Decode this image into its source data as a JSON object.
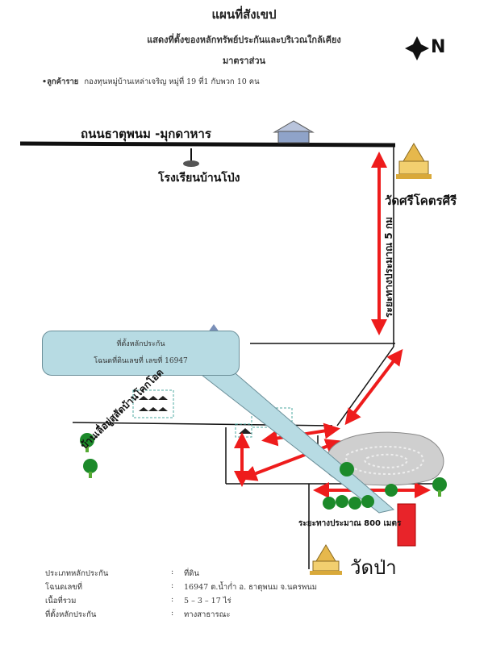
{
  "header": {
    "title": "แผนที่สังเขป",
    "subtitle": "แสดงที่ตั้งของหลักทรัพย์ประกันและบริเวณใกล้เคียง",
    "scale": "มาตราส่วน",
    "line_label": "•ลูกค้าราย",
    "line_value": "กองทุนหมู่บ้านเหล่าเจริญ หมู่ที่ 19 ที่1 กับพวก 10 คน"
  },
  "north": {
    "letter": "N"
  },
  "map": {
    "road_label": "ถนนธาตุพนม -มุกดาหาร",
    "school_label": "โรงเรียนบ้านโป่ง",
    "temple1_label": "วัดศรีโคตรศีรี",
    "distance_5km": "ระยะทางประมาณ 5 กม",
    "distance_800m": "ระยะทางประมาณ 800 เมตร",
    "village_label": "บ้านเลื่อยู่สุสัดบ้านโคกโอด",
    "temple2_label": "วัดป่า",
    "callout": {
      "line1": "ที่ตั้งหลักประกัน",
      "line2": "โฉนดที่ดินเลขที่ เลขที่ 16947"
    }
  },
  "info": {
    "rows": [
      {
        "label": "ประเภทหลักประกัน",
        "colon": ":",
        "value": "ที่ดิน"
      },
      {
        "label": "โฉนดเลขที่",
        "colon": ":",
        "value": "16947 ต.น้ำก่ำ    อ. ธาตุพนม    จ.นครพนม"
      },
      {
        "label": "เนื้อที่รวม",
        "colon": ":",
        "value": "5 – 3 – 17 ไร่"
      },
      {
        "label": "ที่ตั้งหลักประกัน",
        "colon": ":",
        "value": "ทางสาธารณะ"
      }
    ]
  },
  "colors": {
    "arrow": "#ee1c1c",
    "callout": "#b7dbe3",
    "tree": "#1c8a2a",
    "red_block": "#e8242a",
    "house": "#7a8fb8"
  }
}
